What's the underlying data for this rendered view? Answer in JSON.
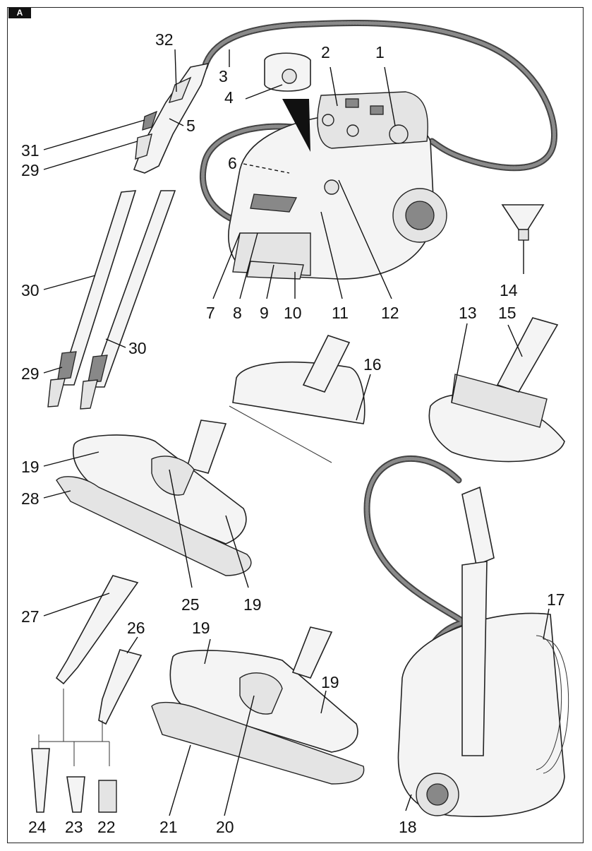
{
  "section_label": "A",
  "callouts": [
    "1",
    "2",
    "3",
    "4",
    "5",
    "6",
    "7",
    "8",
    "9",
    "10",
    "11",
    "12",
    "13",
    "14",
    "15",
    "16",
    "17",
    "18",
    "19",
    "20",
    "21",
    "22",
    "23",
    "24",
    "25",
    "26",
    "27",
    "28",
    "29",
    "30",
    "31",
    "32"
  ]
}
